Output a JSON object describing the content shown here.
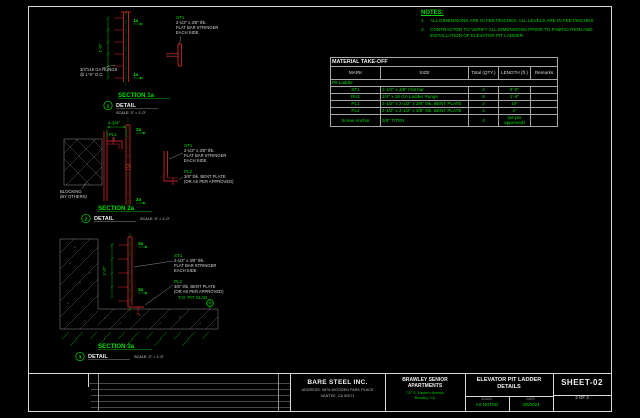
{
  "colors": {
    "background": "#000000",
    "line_green": "#00dd00",
    "line_red": "#ff2e2e",
    "line_white": "#d9d9d9"
  },
  "notes": {
    "title": "NOTES:",
    "items": [
      {
        "num": "1.",
        "text": "ALL DIMENSIONS ARE IN FEET/INCHES. ALL LEVELS ARE IN FEET/INCHES."
      },
      {
        "num": "2.",
        "text": "CONTRACTOR TO VERIFY ALL DIMENSIONS PRIOR TO FABRICATION AND INSTALLATION OF ELEVATOR PIT LADDER."
      }
    ]
  },
  "takeoff": {
    "title": "MATERIAL TAKE-OFF",
    "headers": [
      "MARK",
      "SIZE",
      "Total (QTY.)",
      "LENGTH (ft.)",
      "Remarks"
    ],
    "group": "Pit Ladder",
    "rows": [
      [
        "ST1",
        "2-1/2\" x 3/8\" Flat bar",
        "2",
        "8'-0\"",
        ""
      ],
      [
        "RU1",
        "3/4\" x 16 GA Ladder Rungs",
        "8",
        "1'-6\"",
        ""
      ],
      [
        "PL1",
        "2-1/2\" x 2-1/2\" x 3/8\" thk, BENT PLATE",
        "2",
        "10\"",
        ""
      ],
      [
        "PL2",
        "2-1/2\" x 2-1/2\" x 3/8\" thk, BENT PLATE",
        "2",
        "4\"",
        ""
      ],
      [
        "Screw Anchor",
        "3/8\" TITEN",
        "4",
        "(as per approved)",
        ""
      ]
    ]
  },
  "details": [
    {
      "marker": "1a",
      "section_title": "SECTION 1a",
      "bubble_num": "1",
      "detail_label": "DETAIL",
      "scale": "SCALE: 3\" = 1'-0\"",
      "dim": "1'-0\"",
      "st1": [
        "ST1",
        "2-1/2\" x 3/8\" thk.",
        "FLAT BAR STRINGER",
        "EACH SIDE"
      ],
      "rungs": [
        "3/4\"x16 GA RUNGS",
        "@ 1'-0\" O.C."
      ]
    },
    {
      "marker": "2a",
      "section_title": "SECTION 2a",
      "bubble_num": "2",
      "detail_label": "DETAIL",
      "scale": "SCALE: 3\" = 1'-0\"",
      "dim": "4-3/4\"",
      "st1": [
        "ST1",
        "2-1/2\" x 3/8\" thk.",
        "FLAT BAR STRINGER",
        "EACH SIDE"
      ],
      "pl1": "PL1",
      "pl2": [
        "PL2",
        "3/8\" thk. BENT PLATE",
        "(OR AS PER APPROVED)"
      ],
      "blocking": [
        "BLOCKING",
        "(BY OTHERS)"
      ]
    },
    {
      "marker": "3a",
      "section_title": "SECTION 3a",
      "bubble_num": "3",
      "detail_label": "DETAIL",
      "scale": "SCALE: 3\" = 1'-0\"",
      "dim": "1'-0\"",
      "st1": [
        "ST1",
        "2-1/2\" x 3/8\" thk.",
        "FLAT BAR STRINGER",
        "EACH SIDE"
      ],
      "pl2": [
        "PL2",
        "3/8\" thk. BENT PLATE",
        "(OR AS PER APPROVED)"
      ],
      "elev": "T.O. PIT SLAB"
    }
  ],
  "titleblock": {
    "firm": {
      "name": "BARE STEEL INC.",
      "addr1": "ADDRESS: 9876 WOODEN PARK PLACE",
      "addr2": "SANTEE, CA 92071"
    },
    "project": {
      "name": "BRAWLEY SENIOR APARTMENTS",
      "addr1": "737 S. Eastern Avenue",
      "addr2": "Brawley, CA"
    },
    "sheet_title_1": "ELEVATOR PIT LADDER",
    "sheet_title_2": "DETAILS",
    "scale_label": "SCALE:",
    "scale_value": "AS NOTED",
    "date_label": "DATE:",
    "date_value": "2/6/2024",
    "sheet_no": "SHEET-02",
    "page": "2 OF 3"
  }
}
